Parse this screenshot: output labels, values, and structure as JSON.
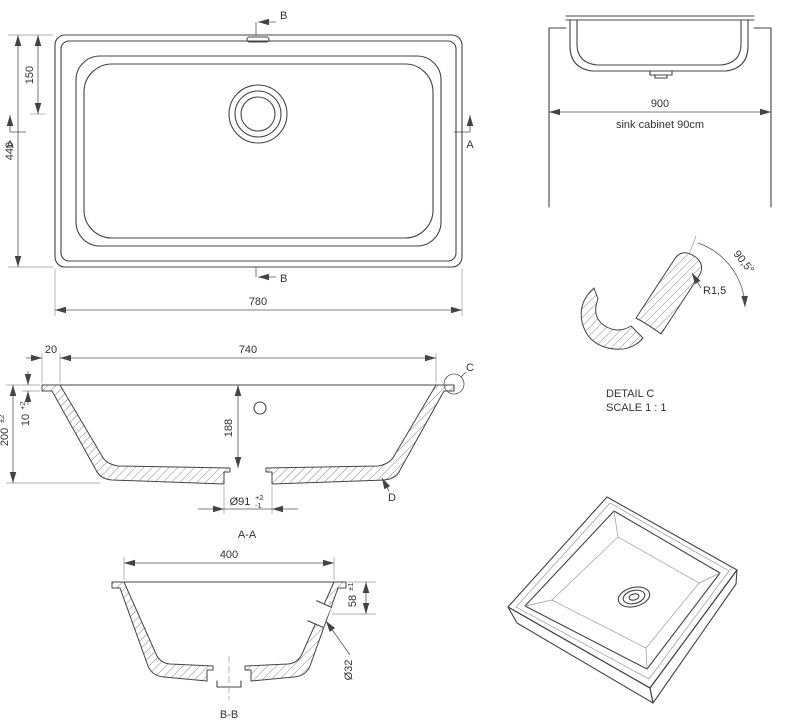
{
  "plan": {
    "width": "780",
    "height": "440",
    "drain_offset": "150",
    "marker_a": "A",
    "marker_b": "B"
  },
  "cabinet": {
    "width": "900",
    "caption": "sink cabinet 90cm"
  },
  "detail_c": {
    "title": "DETAIL C",
    "scale": "SCALE 1 : 1",
    "angle": "90,5°",
    "radius": "R1,5"
  },
  "section_aa": {
    "title": "A-A",
    "bowl_width": "740",
    "flange_width": "20",
    "rim_thickness": "10",
    "rim_thickness_tol": "+2",
    "height": "200",
    "height_tol": "±2",
    "depth": "188",
    "drain_dia": "Ø91",
    "drain_dia_tol_upper": "+2",
    "drain_dia_tol_lower": "-1",
    "marker_c": "C",
    "marker_d": "D"
  },
  "section_bb": {
    "title": "B-B",
    "bowl_width": "400",
    "overflow_offset": "58",
    "overflow_offset_tol": "±1",
    "overflow_dia": "Ø32"
  }
}
